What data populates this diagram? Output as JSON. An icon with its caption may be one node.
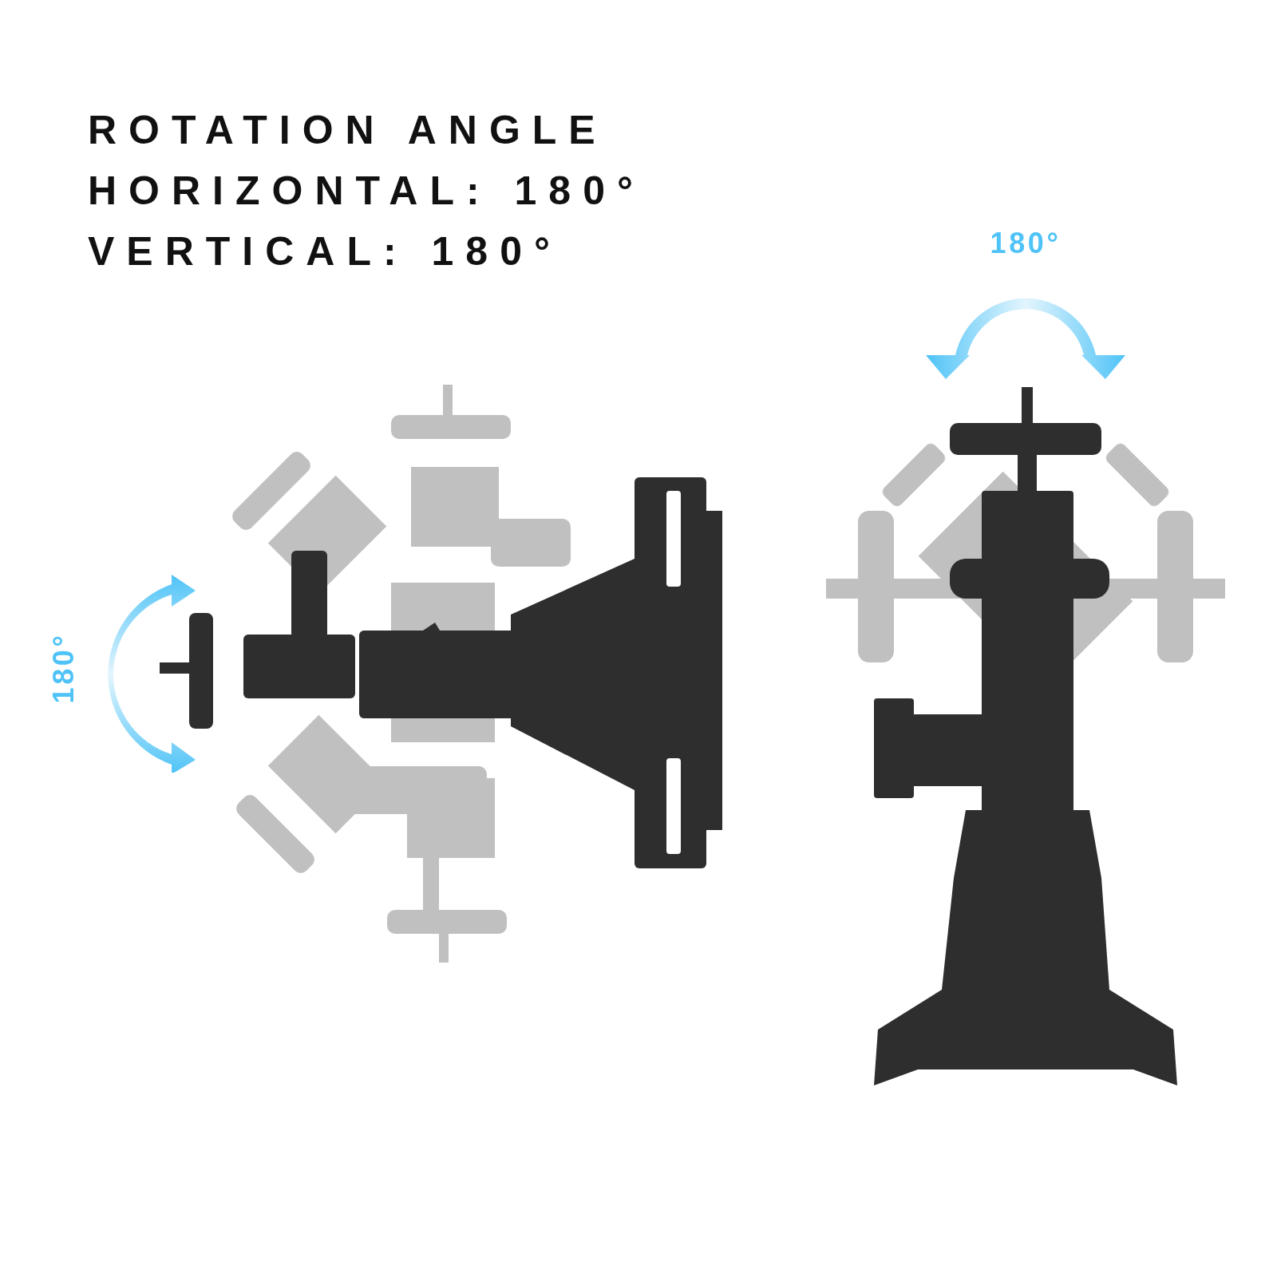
{
  "diagram": {
    "title": "ROTATION ANGLE",
    "labels": [
      "HORIZONTAL: 180°",
      "VERTICAL: 180°",
      "180°",
      "180°"
    ]
  }
}
